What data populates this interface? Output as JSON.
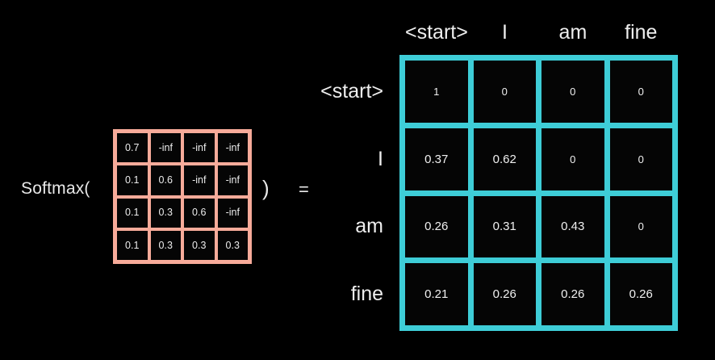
{
  "figure": {
    "background_color": "#000000",
    "text_color": "#e9e9e9"
  },
  "formula": {
    "function_open": "Softmax(",
    "paren_close": ")",
    "equals": "="
  },
  "input_matrix": {
    "name": "masked-attention-scores",
    "border_color": "#f7ab9a",
    "cell_color": "#050505",
    "rows": [
      [
        "0.7",
        "-inf",
        "-inf",
        "-inf"
      ],
      [
        "0.1",
        "0.6",
        "-inf",
        "-inf"
      ],
      [
        "0.1",
        "0.3",
        "0.6",
        "-inf"
      ],
      [
        "0.1",
        "0.3",
        "0.3",
        "0.3"
      ]
    ]
  },
  "output_matrix": {
    "name": "attention-weights",
    "border_color": "#3ecdd7",
    "cell_color": "#050505",
    "column_headers": [
      "<start>",
      "I",
      "am",
      "fine"
    ],
    "row_headers": [
      "<start>",
      "I",
      "am",
      "fine"
    ],
    "rows": [
      [
        "1",
        "0",
        "0",
        "0"
      ],
      [
        "0.37",
        "0.62",
        "0",
        "0"
      ],
      [
        "0.26",
        "0.31",
        "0.43",
        "0"
      ],
      [
        "0.21",
        "0.26",
        "0.26",
        "0.26"
      ]
    ]
  },
  "chart_data": {
    "type": "heatmap",
    "title": "",
    "xlabel": "",
    "ylabel": "",
    "categories": [
      "<start>",
      "I",
      "am",
      "fine"
    ],
    "row_categories": [
      "<start>",
      "I",
      "am",
      "fine"
    ],
    "series": [
      {
        "name": "masked_scores",
        "values": [
          [
            0.7,
            null,
            null,
            null
          ],
          [
            0.1,
            0.6,
            null,
            null
          ],
          [
            0.1,
            0.3,
            0.6,
            null
          ],
          [
            0.1,
            0.3,
            0.3,
            0.3
          ]
        ]
      },
      {
        "name": "softmax_weights",
        "values": [
          [
            1,
            0,
            0,
            0
          ],
          [
            0.37,
            0.62,
            0,
            0
          ],
          [
            0.26,
            0.31,
            0.43,
            0
          ],
          [
            0.21,
            0.26,
            0.26,
            0.26
          ]
        ]
      }
    ],
    "annotations": [
      "Softmax(",
      ")",
      "="
    ],
    "grid": true,
    "legend_position": "none"
  }
}
